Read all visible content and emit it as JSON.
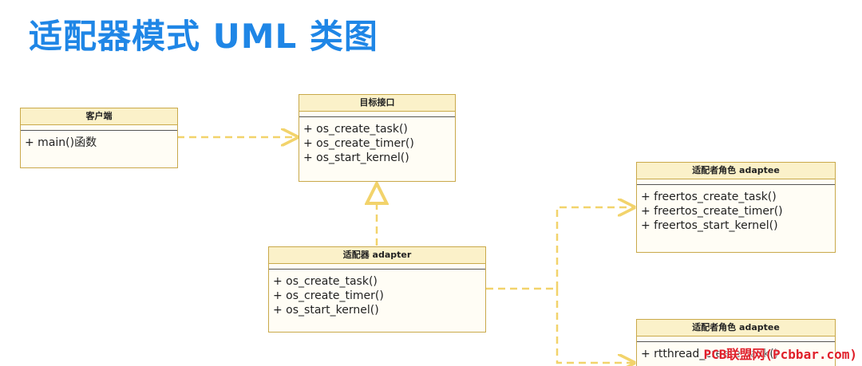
{
  "title": "适配器模式 UML 类图",
  "classes": {
    "client": {
      "name": "客户端",
      "methods": [
        "+ main()函数"
      ]
    },
    "target": {
      "name": "目标接口",
      "methods": [
        "+ os_create_task()",
        "+ os_create_timer()",
        "+ os_start_kernel()"
      ]
    },
    "adapter": {
      "name": "适配器 adapter",
      "methods": [
        "+ os_create_task()",
        "+ os_create_timer()",
        "+ os_start_kernel()"
      ]
    },
    "adaptee_freertos": {
      "name": "适配者角色 adaptee",
      "methods": [
        "+ freertos_create_task()",
        "+ freertos_create_timer()",
        "+ freertos_start_kernel()"
      ]
    },
    "adaptee_rtthread": {
      "name": "适配者角色 adaptee",
      "methods": [
        "+ rtthread_create_task()"
      ]
    }
  },
  "colors": {
    "title": "#1f86e6",
    "connector": "#f2d36b",
    "class_border": "#c9a94a",
    "class_header": "#fbf1c9"
  },
  "watermark": "PCB联盟网(Pcbbar.com)"
}
